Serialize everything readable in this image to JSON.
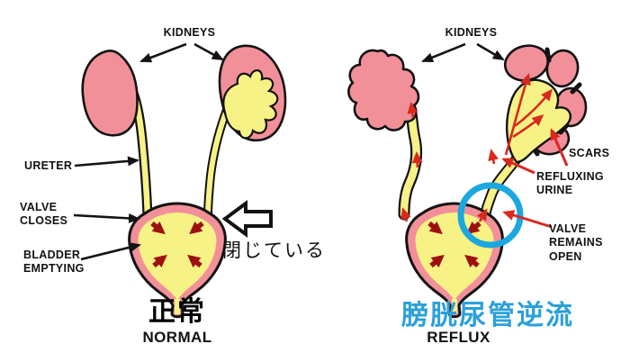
{
  "colors": {
    "background": "#FFFFFF",
    "kidney_pink": "#F29099",
    "urine_yellow": "#F7F285",
    "outline_black": "#131313",
    "dark_red": "#9E1111",
    "bright_red": "#D8291F",
    "circle_blue": "#1BA7DF",
    "title_blue": "#2BA0DB"
  },
  "left_panel": {
    "kidneys_label": "KIDNEYS",
    "ureter_label": "URETER",
    "valve_label": "VALVE\nCLOSES",
    "bladder_label": "BLADDER\nEMPTYING",
    "closed_note_ja": "閉じている",
    "title_ja": "正常",
    "title_en": "NORMAL"
  },
  "right_panel": {
    "kidneys_label": "KIDNEYS",
    "scars_label": "SCARS",
    "refluxing_label": "REFLUXING\nURINE",
    "valve_label": "VALVE\nREMAINS\nOPEN",
    "title_ja": "膀胱尿管逆流",
    "title_en": "REFLUX"
  }
}
